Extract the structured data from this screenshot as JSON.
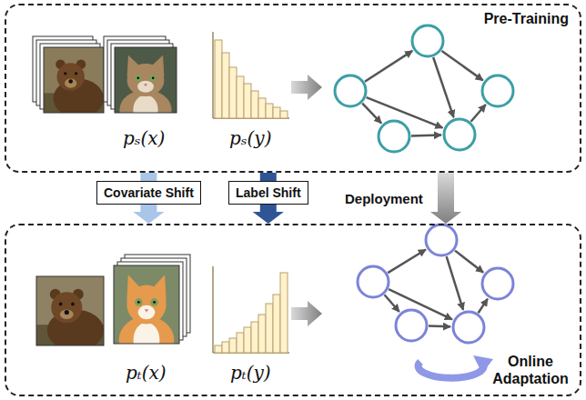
{
  "diagram": {
    "nodes": [
      {
        "text": [
          "Pre-Training"
        ]
      },
      {
        "text": [
          "Covariate Shift"
        ]
      },
      {
        "text": [
          "Label Shift"
        ]
      },
      {
        "text": [
          "Online Adaptation"
        ]
      }
    ],
    "edges": [
      {
        "from": 0,
        "to": 1,
        "arrow": "none"
      },
      {
        "from": 1,
        "to": 3,
        "arrow": "to"
      },
      {
        "from": 0,
        "to": 2,
        "arrow": "none"
      },
      {
        "from": 2,
        "to": 3,
        "arrow": "to"
      },
      {
        "from": 0,
        "to": 3,
        "arrow": "to",
        "label": "Deployment"
      }
    ],
    "labels": [
      "pₛ(x)",
      "pₛ(y)",
      "pₜ(x)",
      "pₜ(y)"
    ]
  }
}
